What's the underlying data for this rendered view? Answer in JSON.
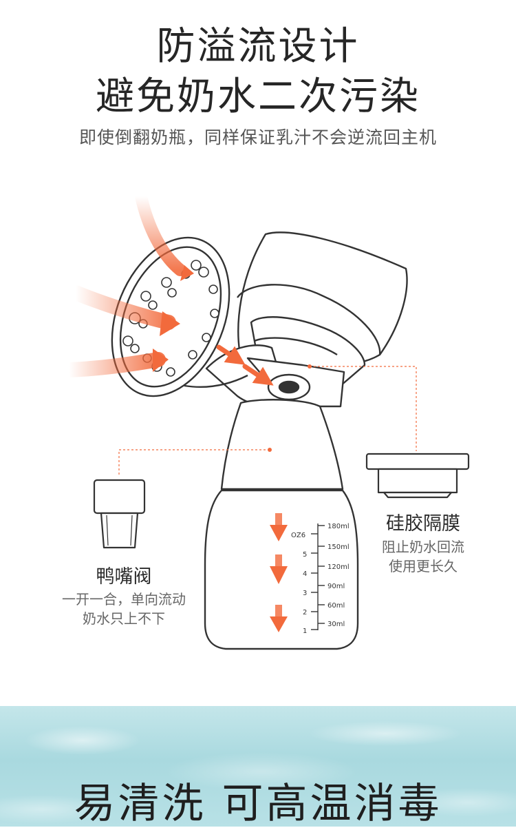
{
  "header": {
    "title_line1": "防溢流设计",
    "title_line2": "避免奶水二次污染",
    "subtitle": "即使倒翻奶瓶，同样保证乳汁不会逆流回主机"
  },
  "duckbill_valve": {
    "title": "鸭嘴阀",
    "desc_line1": "一开一合，单向流动",
    "desc_line2": "奶水只上不下"
  },
  "silicone_diaphragm": {
    "title": "硅胶隔膜",
    "desc_line1": "阻止奶水回流",
    "desc_line2": "使用更长久"
  },
  "bottle_scale": {
    "oz_label": "OZ6",
    "oz_ticks": [
      "5",
      "4",
      "3",
      "2",
      "1"
    ],
    "ml_ticks": [
      "180ml",
      "150ml",
      "120ml",
      "90ml",
      "60ml",
      "30ml"
    ]
  },
  "footer": {
    "banner": "易清洗 可高温消毒"
  },
  "colors": {
    "accent": "#f26a3c",
    "outline": "#333333",
    "water": "#a9d9df"
  }
}
